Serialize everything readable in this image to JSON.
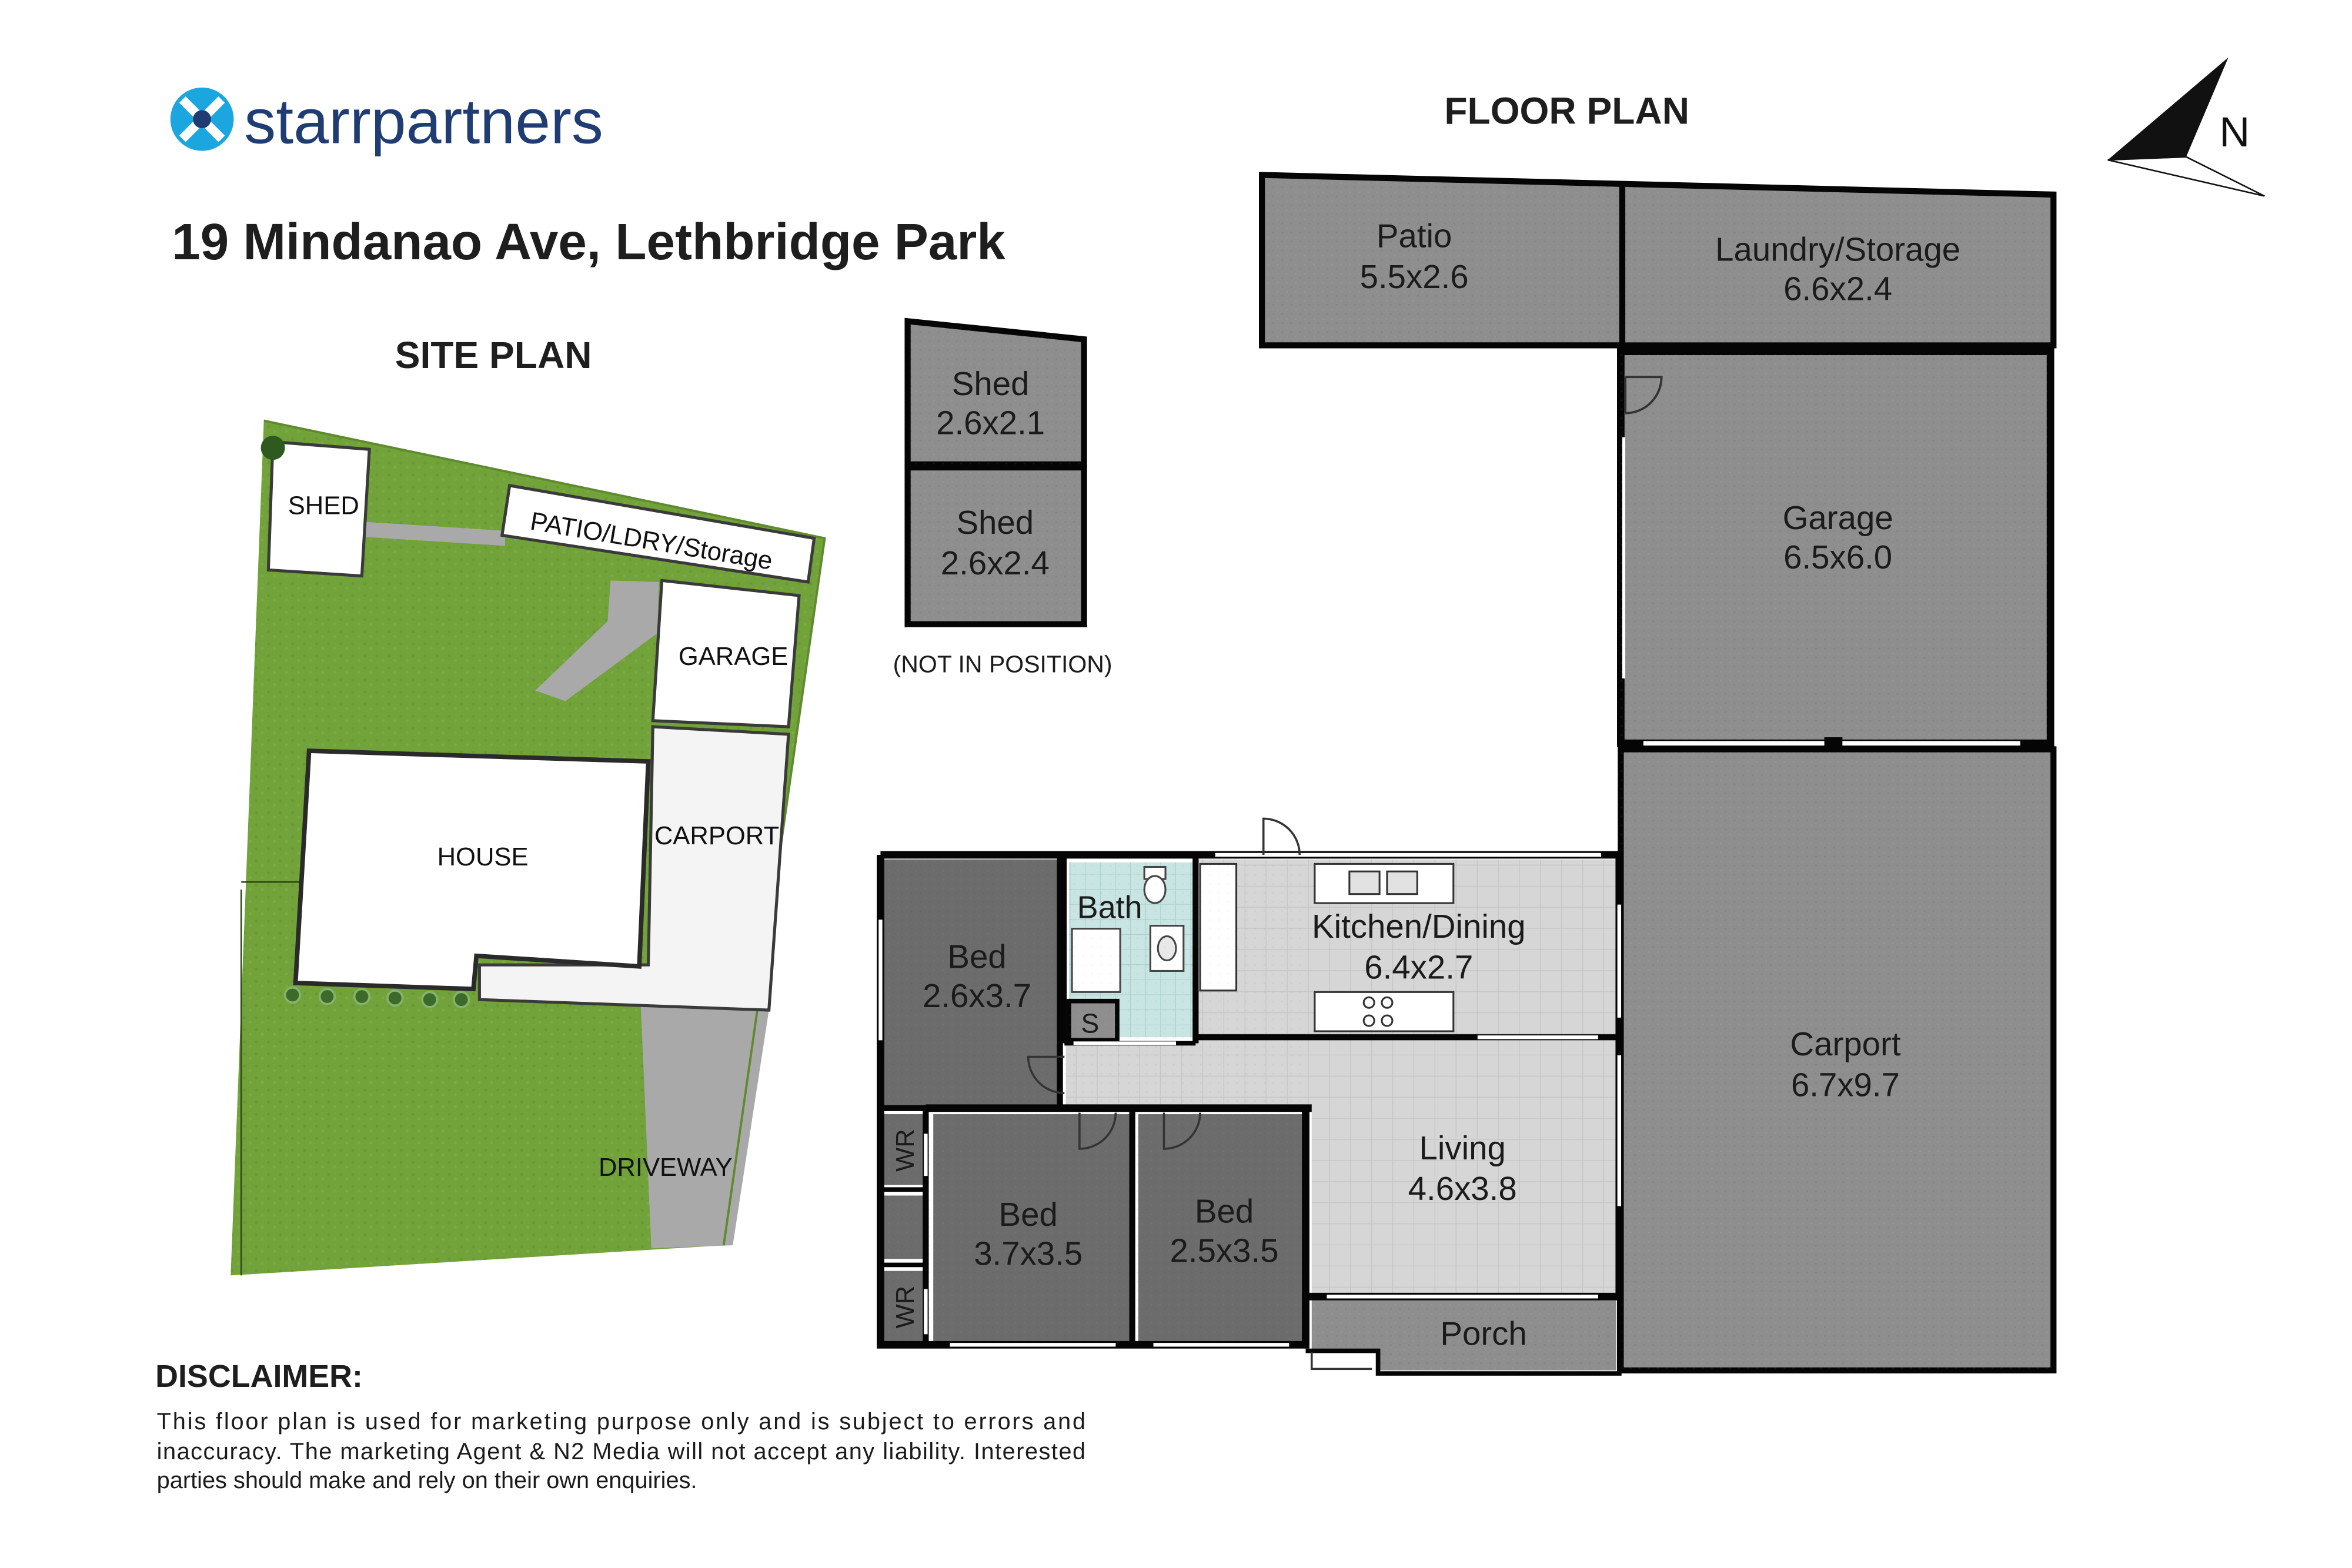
{
  "brand": {
    "name": "starrpartners",
    "colors": {
      "navy": "#1f3c73",
      "cyan": "#1ba6e0"
    }
  },
  "address": "19 Mindanao Ave, Lethbridge Park",
  "headings": {
    "site_plan": "SITE PLAN",
    "floor_plan": "FLOOR PLAN"
  },
  "north_label": "N",
  "site_plan": {
    "shed": "SHED",
    "patio": "PATIO/LDRY/Storage",
    "garage": "GARAGE",
    "house": "HOUSE",
    "carport": "CARPORT",
    "driveway": "DRIVEWAY"
  },
  "outbuildings": {
    "shed1": {
      "name": "Shed",
      "size": "2.6x2.1"
    },
    "shed2": {
      "name": "Shed",
      "size": "2.6x2.4"
    },
    "note": "(NOT IN POSITION)"
  },
  "rooms": {
    "patio": {
      "name": "Patio",
      "size": "5.5x2.6"
    },
    "laundry": {
      "name": "Laundry/Storage",
      "size": "6.6x2.4"
    },
    "garage": {
      "name": "Garage",
      "size": "6.5x6.0"
    },
    "carport": {
      "name": "Carport",
      "size": "6.7x9.7"
    },
    "kitchen": {
      "name": "Kitchen/Dining",
      "size": "6.4x2.7"
    },
    "bath": {
      "name": "Bath"
    },
    "storage": {
      "name": "S"
    },
    "bed1": {
      "name": "Bed",
      "size": "2.6x3.7"
    },
    "bed2": {
      "name": "Bed",
      "size": "3.7x3.5"
    },
    "bed3": {
      "name": "Bed",
      "size": "2.5x3.5"
    },
    "living": {
      "name": "Living",
      "size": "4.6x3.8"
    },
    "porch": {
      "name": "Porch"
    },
    "wr1": {
      "name": "WR"
    },
    "wr2": {
      "name": "WR"
    }
  },
  "disclaimer": {
    "title": "DISCLAIMER:",
    "lines": [
      "This floor plan is used for marketing purpose only and is subject to errors and",
      "inaccuracy. The marketing Agent & N2 Media will not accept any liability. Interested",
      "parties should make and rely on their own enquiries."
    ]
  },
  "colors": {
    "dark_room": "#6c6c6c",
    "mid_room": "#8e8e8e",
    "light_floor": "#d9d9d9",
    "bath_tile": "#c6e3e2",
    "wall": "#050505",
    "lawn": "#72a23a",
    "paving": "#a9a9a9"
  }
}
